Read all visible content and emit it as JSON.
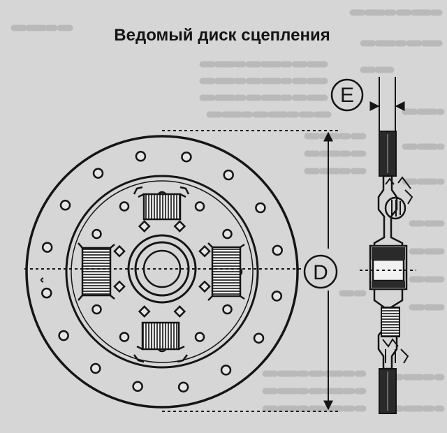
{
  "title": "Ведомый диск сцепления",
  "callouts": {
    "diameter": "D",
    "thickness": "E"
  },
  "colors": {
    "paper": "#d6d6d6",
    "ink": "#151515",
    "faded_text": "#b9b9b9",
    "friction_lining": "#2a2a2a"
  },
  "icons": {
    "arrow": "arrowhead"
  }
}
